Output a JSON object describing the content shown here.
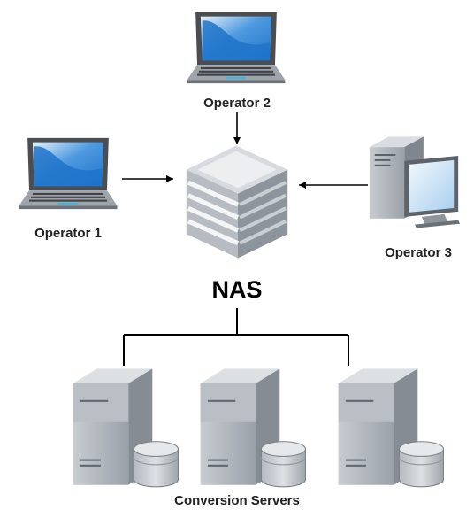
{
  "labels": {
    "operator1": "Operator 1",
    "operator2": "Operator 2",
    "operator3": "Operator 3",
    "nas": "NAS",
    "servers": "Conversion Servers"
  },
  "nodes": {
    "operator1": "laptop-icon",
    "operator2": "laptop-icon",
    "operator3": "desktop-computer-icon",
    "nas": "storage-server-icon",
    "conversion_servers": [
      "database-server-icon",
      "database-server-icon",
      "database-server-icon"
    ]
  },
  "colors": {
    "screen_blue": "#1f73c9",
    "server_gray": "#9aa1a8",
    "line": "#000000"
  }
}
